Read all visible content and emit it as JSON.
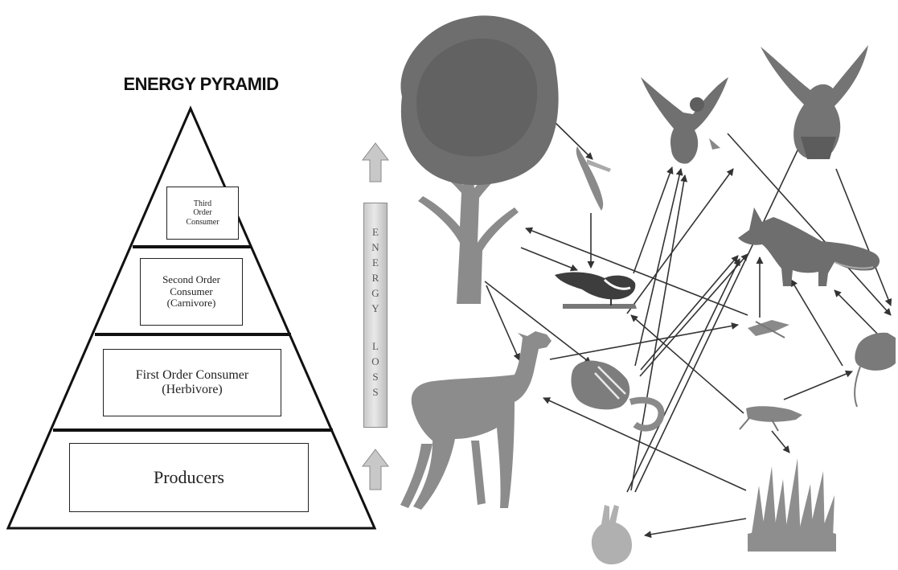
{
  "pyramid": {
    "title": "ENERGY PYRAMID",
    "tiers": [
      {
        "lines": [
          "Third",
          "Order",
          "Consumer"
        ]
      },
      {
        "lines": [
          "Second Order",
          "Consumer",
          "(Carnivore)"
        ]
      },
      {
        "lines": [
          "First Order Consumer",
          "(Herbivore)"
        ]
      },
      {
        "lines": [
          "Producers"
        ]
      }
    ]
  },
  "energy_arrow": {
    "words": [
      "ENERGY",
      "LOSS"
    ]
  },
  "food_web": {
    "organisms": [
      "tree",
      "owl",
      "hawk",
      "caterpillar",
      "bird",
      "fox",
      "twig-insect",
      "mouse",
      "deer",
      "chipmunk",
      "grasshopper",
      "grass",
      "rabbit"
    ]
  },
  "colors": {
    "ink": "#222222",
    "organism_fill": "#7a7a7a",
    "arrow_fill": "#c8c8c8"
  }
}
